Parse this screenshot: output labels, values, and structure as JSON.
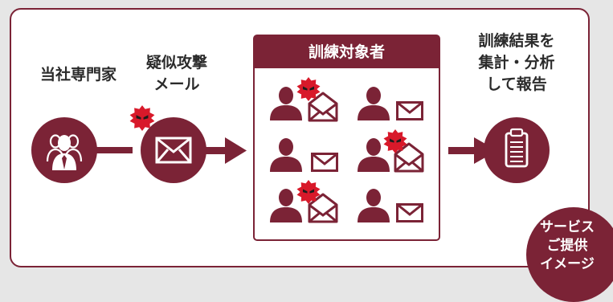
{
  "labels": {
    "expert": "当社専門家",
    "phishing_line1": "疑似攻撃",
    "phishing_line2": "メール",
    "targets_title": "訓練対象者",
    "report_line1": "訓練結果を",
    "report_line2": "集計・分析",
    "report_line3": "して報告"
  },
  "badge": {
    "line1": "サービス",
    "line2": "ご提供",
    "line3": "イメージ"
  },
  "targets": [
    {
      "row": 1,
      "col": 1,
      "virus": true
    },
    {
      "row": 1,
      "col": 2,
      "virus": false
    },
    {
      "row": 2,
      "col": 1,
      "virus": false
    },
    {
      "row": 2,
      "col": 2,
      "virus": true
    },
    {
      "row": 3,
      "col": 1,
      "virus": true
    },
    {
      "row": 3,
      "col": 2,
      "virus": false
    }
  ],
  "icons": [
    "group-of-people-icon",
    "envelope-icon",
    "virus-icon",
    "person-icon",
    "clipboard-icon",
    "arrow-icon"
  ],
  "colors": {
    "primary": "#7b2336",
    "virus": "#d8192a",
    "background": "#e6e6e6"
  }
}
